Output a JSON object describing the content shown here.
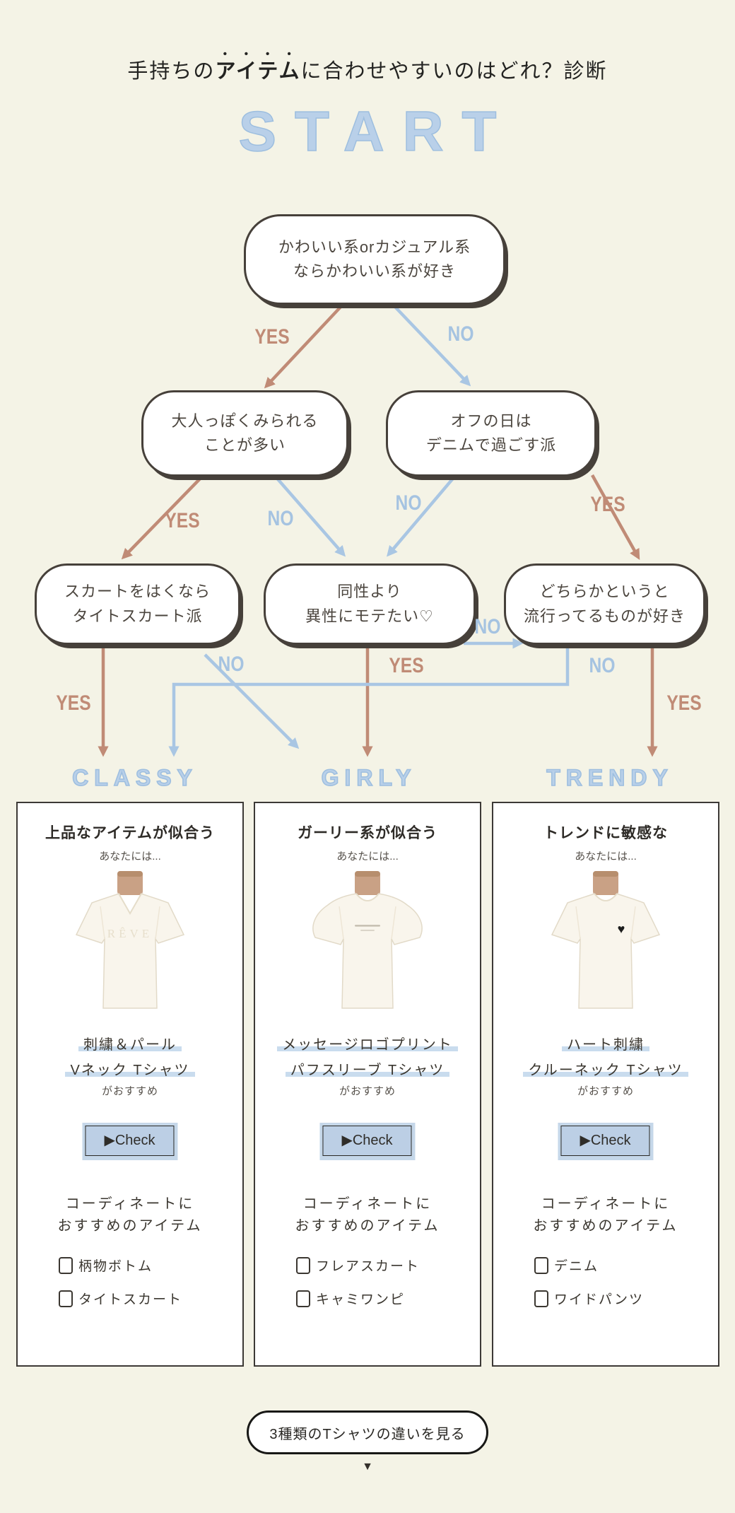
{
  "header": {
    "title_prefix": "手持ちの",
    "title_emphasis": "アイテム",
    "title_suffix": "に合わせやすいのはどれ？診断",
    "start_label": "START"
  },
  "flowchart": {
    "labels": {
      "yes": "YES",
      "no": "NO"
    },
    "nodes": [
      {
        "line1": "かわいい系orカジュアル系",
        "line2": "ならかわいい系が好き"
      },
      {
        "line1": "大人っぽくみられる",
        "line2": "ことが多い"
      },
      {
        "line1": "オフの日は",
        "line2": "デニムで過ごす派"
      },
      {
        "line1": "スカートをはくなら",
        "line2": "タイトスカート派"
      },
      {
        "line1": "同性より",
        "line2": "異性にモテたい♡"
      },
      {
        "line1": "どちらかというと",
        "line2": "流行ってるものが好き"
      }
    ],
    "results": [
      "CLASSY",
      "GIRLY",
      "TRENDY"
    ]
  },
  "cards": [
    {
      "heading": "上品なアイテムが似合う",
      "subheading": "あなたには...",
      "shirt_text": "RÊVE",
      "product_line1": "刺繍＆パール",
      "product_line2": "Vネック Tシャツ",
      "note": "がおすすめ",
      "check_label": "▶Check",
      "coord_line1": "コーディネートに",
      "coord_line2": "おすすめのアイテム",
      "items": [
        "柄物ボトム",
        "タイトスカート"
      ]
    },
    {
      "heading": "ガーリー系が似合う",
      "subheading": "あなたには...",
      "product_line1": "メッセージロゴプリント",
      "product_line2": "パフスリーブ Tシャツ",
      "note": "がおすすめ",
      "check_label": "▶Check",
      "coord_line1": "コーディネートに",
      "coord_line2": "おすすめのアイテム",
      "items": [
        "フレアスカート",
        "キャミワンピ"
      ]
    },
    {
      "heading": "トレンドに敏感な",
      "subheading": "あなたには...",
      "shirt_motif": "♥",
      "product_line1": "ハート刺繍",
      "product_line2": "クルーネック Tシャツ",
      "note": "がおすすめ",
      "check_label": "▶Check",
      "coord_line1": "コーディネートに",
      "coord_line2": "おすすめのアイテム",
      "items": [
        "デニム",
        "ワイドパンツ"
      ]
    }
  ],
  "footer": {
    "button_label": "3種類のTシャツの違いを見る",
    "arrow": "▼"
  },
  "colors": {
    "background": "#f4f3e6",
    "yes_pink": "#c08b76",
    "no_blue": "#a5c3e1",
    "outline_blue": "#b9d0e9",
    "border_dark": "#46403a",
    "highlight_blue": "#c9dcee",
    "button_blue": "#bccfe5"
  }
}
